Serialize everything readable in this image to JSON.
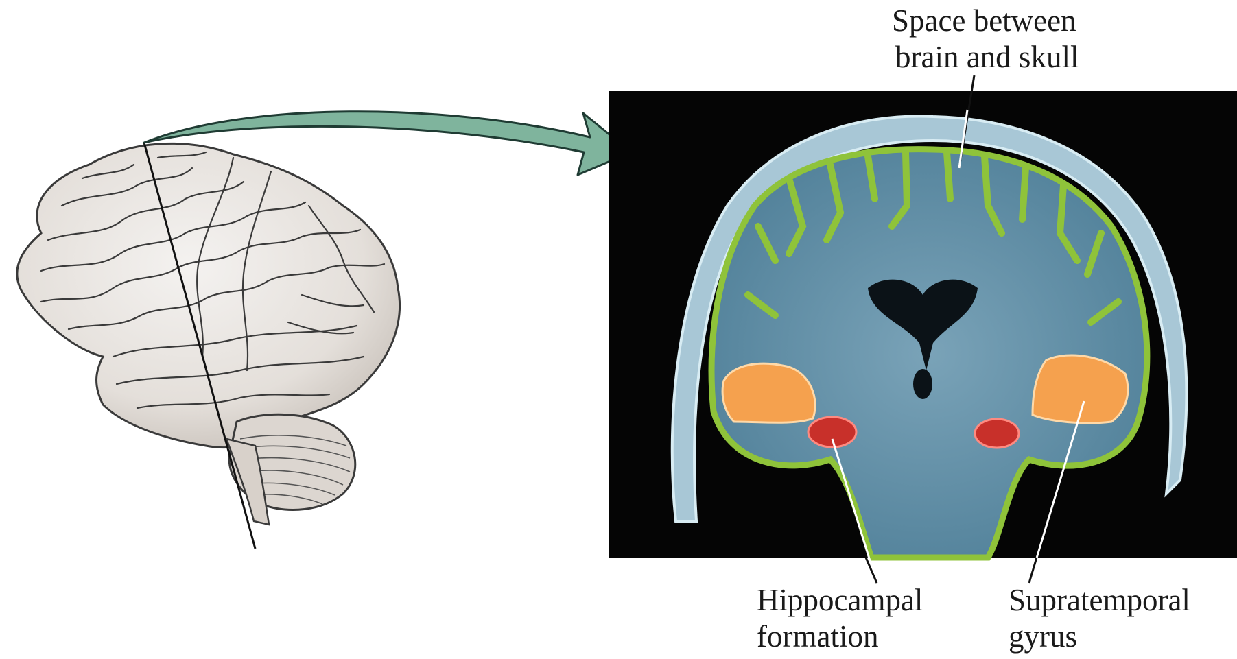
{
  "labels": {
    "space_line1": "Space between",
    "space_line2": "brain and skull",
    "hippo_line1": "Hippocampal",
    "hippo_line2": "formation",
    "supra_line1": "Supratemporal",
    "supra_line2": "gyrus"
  },
  "colors": {
    "arrow_fill": "#7fb49d",
    "arrow_stroke": "#1f3b33",
    "mri_background": "#050505",
    "brain_tissue": "#5f8fa6",
    "skull_ring": "#b8d4e0",
    "csf_outline": "#8fc33a",
    "supratemporal_highlight": "#f5a14e",
    "hippocampal_highlight": "#c8302a",
    "brain_drawing_fill": "#e9e5e1",
    "brain_drawing_stroke": "#3a3a3a"
  },
  "icons": {
    "brain": "lateral-brain-illustration",
    "scan": "coronal-mri-slice",
    "arrow": "curved-arrow-right"
  }
}
